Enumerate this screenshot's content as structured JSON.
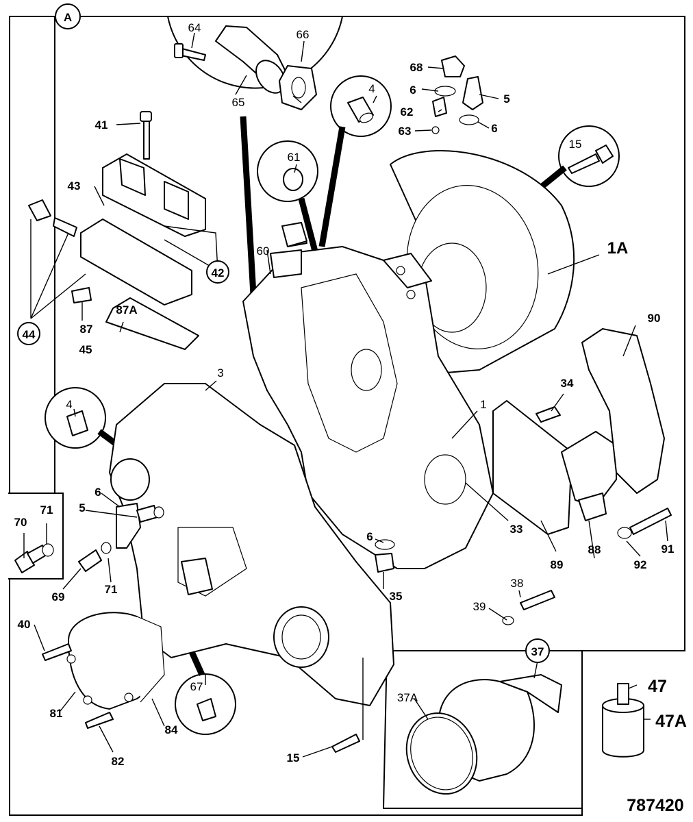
{
  "reference_number": "787420",
  "detail_a_label": "A",
  "callouts": {
    "p1": "1",
    "p1A": "1A",
    "p3": "3",
    "p4a": "4",
    "p4b": "4",
    "p5a": "5",
    "p5b": "5",
    "p6a": "6",
    "p6b": "6",
    "p6c": "6",
    "p6d": "6",
    "p15a": "15",
    "p15b": "15",
    "p33": "33",
    "p34": "34",
    "p35": "35",
    "p37": "37",
    "p37A": "37A",
    "p38": "38",
    "p39": "39",
    "p40": "40",
    "p41": "41",
    "p42": "42",
    "p43": "43",
    "p44": "44",
    "p45": "45",
    "p47": "47",
    "p47A": "47A",
    "p60": "60",
    "p61": "61",
    "p62": "62",
    "p63": "63",
    "p64": "64",
    "p65": "65",
    "p66": "66",
    "p67": "67",
    "p68": "68",
    "p69": "69",
    "p70": "70",
    "p71a": "71",
    "p71b": "71",
    "p81": "81",
    "p82": "82",
    "p84": "84",
    "p87": "87",
    "p87A": "87A",
    "p88": "88",
    "p89": "89",
    "p90": "90",
    "p91": "91",
    "p92": "92"
  }
}
